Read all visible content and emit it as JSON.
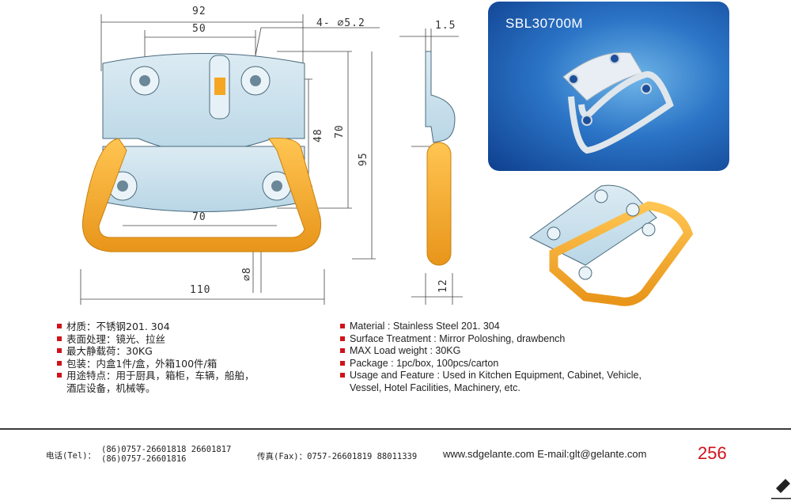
{
  "drawing": {
    "dimensions": {
      "d92": "92",
      "d50": "50",
      "holes": "4- ∅5.2",
      "d70_h": "70",
      "d110": "110",
      "d48": "48",
      "d70_v": "70",
      "d95": "95",
      "d8": "∅8",
      "d1_5": "1.5",
      "d12": "12"
    },
    "colors": {
      "plate": "#cfe3ee",
      "handle": "#f5a623",
      "handle_dark": "#d98a10",
      "line": "#333333"
    }
  },
  "product": {
    "title": "SBL30700M"
  },
  "specs_cn": [
    "材质：不锈钢201. 304",
    "表面处理：镜光、拉丝",
    "最大静载荷：30KG",
    "包装：内盒1件/盒，外箱100件/箱",
    "用途特点：用于厨具，箱柜，车辆，船舶，",
    "酒店设备，机械等。"
  ],
  "specs_en": [
    "Material : Stainless Steel 201. 304",
    "Surface Treatment : Mirror Poloshing, drawbench",
    "MAX Load weight : 30KG",
    "Package : 1pc/box,  100pcs/carton",
    "Usage and Feature : Used in Kitchen Equipment, Cabinet, Vehicle,",
    "Vessel, Hotel Facilities, Machinery, etc."
  ],
  "footer": {
    "tel_label": "电话(Tel)：",
    "tel_line1": "(86)0757-26601818  26601817",
    "tel_line2": "(86)0757-26601816",
    "fax": "传真(Fax)：0757-26601819 88011339",
    "web": "www.sdgelante.com  E-mail:glt@gelante.com",
    "page_number": "256",
    "accent_color": "#d0121b"
  }
}
